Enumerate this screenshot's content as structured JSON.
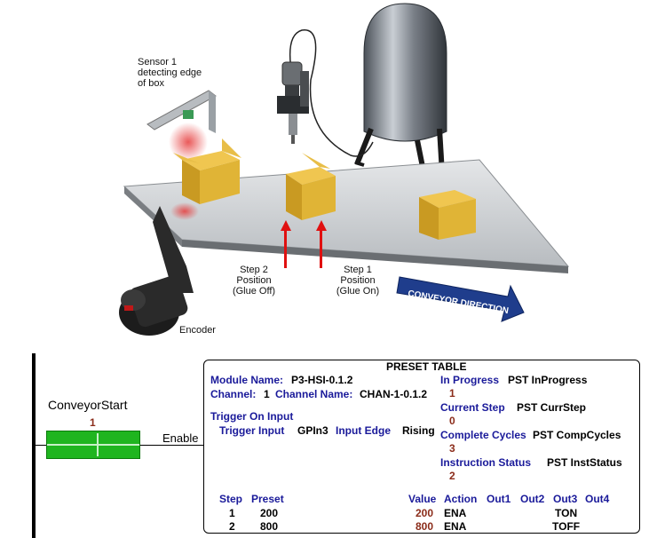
{
  "scene": {
    "sensor_label": "Sensor 1\ndetecting edge\nof box",
    "step2_label": "Step 2\nPosition\n(Glue Off)",
    "step1_label": "Step 1\nPosition\n(Glue On)",
    "encoder_label": "Encoder",
    "direction_label": "CONVEYOR DIRECTION"
  },
  "ladder": {
    "contact_tag": "ConveyorStart",
    "contact_value": "1",
    "output_label": "Enable"
  },
  "preset_table": {
    "title": "PRESET TABLE",
    "module_name_label": "Module Name:",
    "module_name": "P3-HSI-0.1.2",
    "channel_label": "Channel:",
    "channel": "1",
    "channel_name_label": "Channel Name:",
    "channel_name": "CHAN-1-0.1.2",
    "trigger_on_input": "Trigger On Input",
    "trigger_input_label": "Trigger Input",
    "trigger_input": "GPIn3",
    "input_edge_label": "Input Edge",
    "input_edge": "Rising",
    "in_progress_label": "In Progress",
    "in_progress_tag": "PST InProgress",
    "in_progress_value": "1",
    "current_step_label": "Current Step",
    "current_step_tag": "PST CurrStep",
    "current_step_value": "0",
    "complete_cycles_label": "Complete Cycles",
    "complete_cycles_tag": "PST CompCycles",
    "complete_cycles_value": "3",
    "instruction_status_label": "Instruction Status",
    "instruction_status_tag": "PST InstStatus",
    "instruction_status_value": "2",
    "columns": [
      "Step",
      "Preset",
      "Value",
      "Action",
      "Out1",
      "Out2",
      "Out3",
      "Out4"
    ],
    "rows": [
      {
        "step": "1",
        "preset": "200",
        "value": "200",
        "action": "ENA",
        "out3": "TON"
      },
      {
        "step": "2",
        "preset": "800",
        "value": "800",
        "action": "ENA",
        "out3": "TOFF"
      }
    ]
  },
  "colors": {
    "contact_green": "#1fb51f",
    "label_blue": "#1a1a9a",
    "value_red": "#8b2c1a",
    "box_yellow": "#e0b436",
    "arrow_blue": "#1f3d8c",
    "marker_red": "#e01010"
  }
}
